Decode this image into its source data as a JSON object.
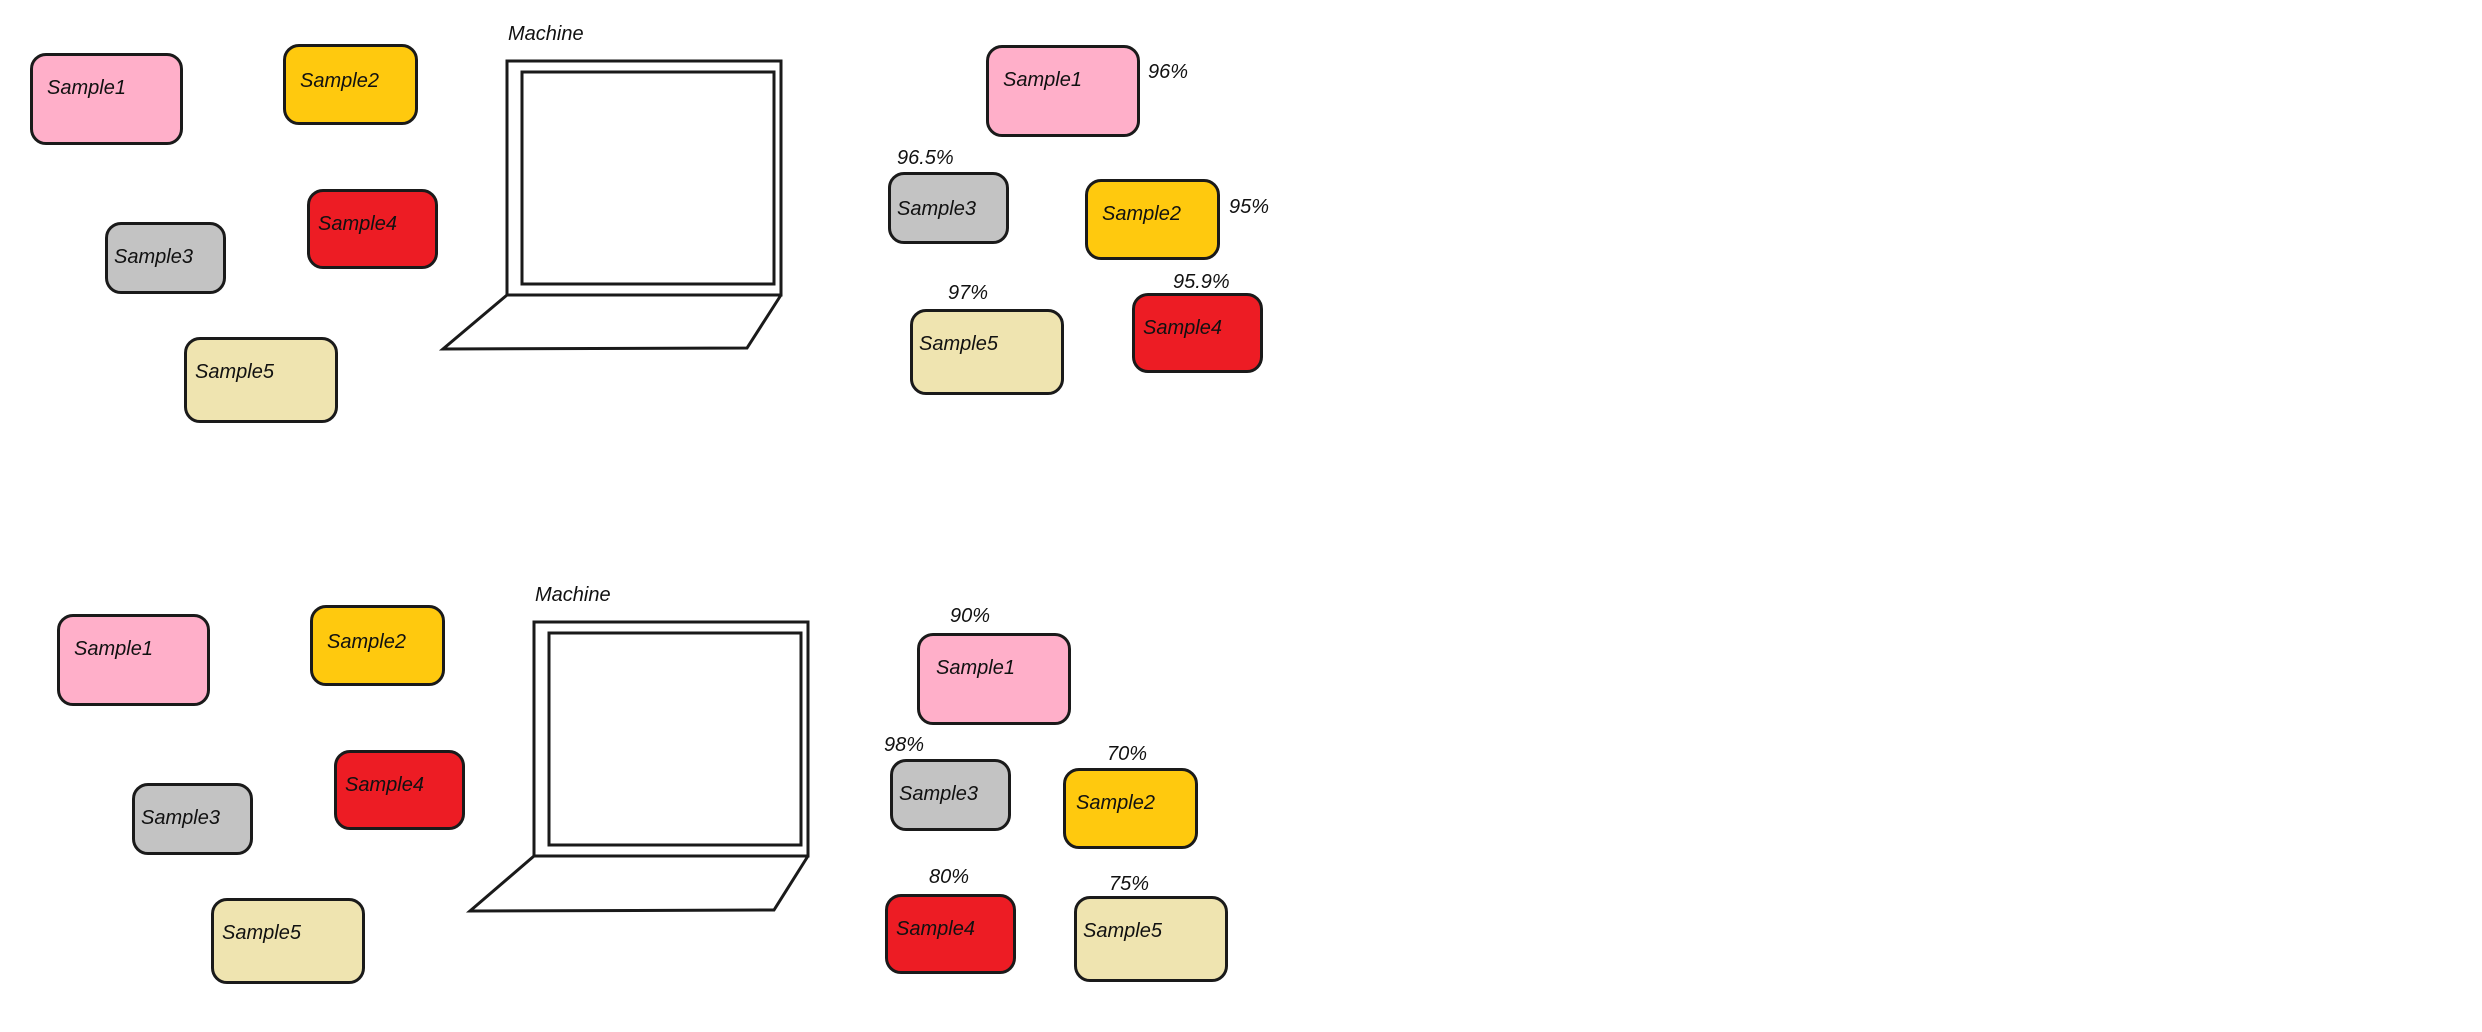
{
  "colors": {
    "pink": "#ffafc9",
    "yellow": "#ffc90e",
    "gray": "#c3c3c3",
    "red": "#ed1c24",
    "tan": "#efe4b0",
    "outline": "#1a1a1a"
  },
  "diagrams": [
    {
      "machine_label": "Machine",
      "left_samples": [
        "Sample1",
        "Sample2",
        "Sample3",
        "Sample4",
        "Sample5"
      ],
      "right_samples": [
        {
          "label": "Sample1",
          "percent": "96%"
        },
        {
          "label": "Sample3",
          "percent": "96.5%"
        },
        {
          "label": "Sample2",
          "percent": "95%"
        },
        {
          "label": "Sample5",
          "percent": "97%"
        },
        {
          "label": "Sample4",
          "percent": "95.9%"
        }
      ]
    },
    {
      "machine_label": "Machine",
      "left_samples": [
        "Sample1",
        "Sample2",
        "Sample3",
        "Sample4",
        "Sample5"
      ],
      "right_samples": [
        {
          "label": "Sample1",
          "percent": "90%"
        },
        {
          "label": "Sample3",
          "percent": "98%"
        },
        {
          "label": "Sample2",
          "percent": "70%"
        },
        {
          "label": "Sample4",
          "percent": "80%"
        },
        {
          "label": "Sample5",
          "percent": "75%"
        }
      ]
    }
  ]
}
